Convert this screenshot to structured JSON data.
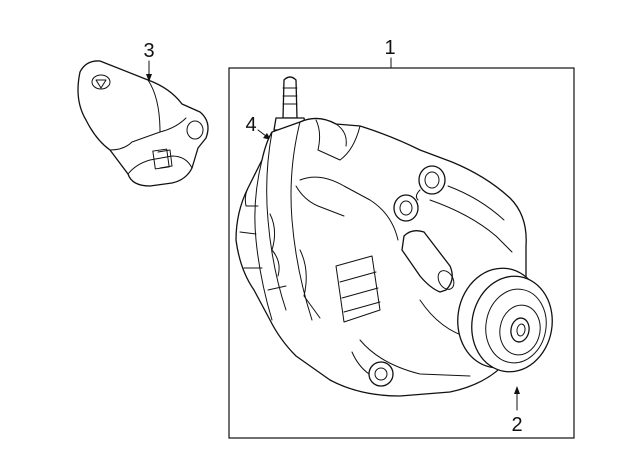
{
  "callouts": {
    "alternator": "1",
    "pulley": "2",
    "bracket": "3",
    "stud": "4"
  },
  "colors": {
    "line": "#111111",
    "background": "#ffffff"
  }
}
